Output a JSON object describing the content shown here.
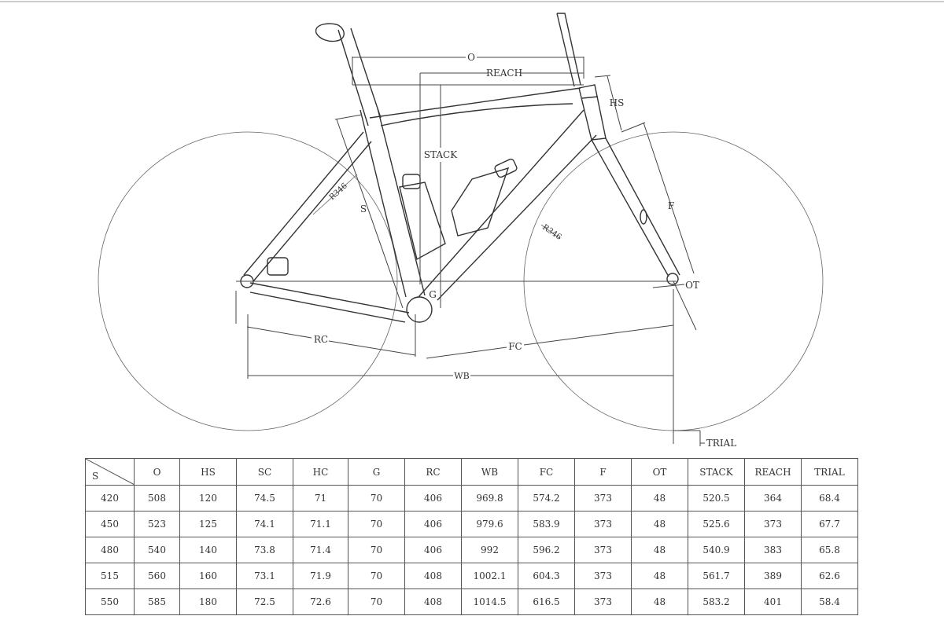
{
  "diagram": {
    "labels": {
      "o": "O",
      "reach": "REACH",
      "stack": "STACK",
      "hs": "HS",
      "s": "S",
      "f": "F",
      "r346_rear": "R346",
      "r346_front": "R346",
      "ot": "OT",
      "g": "G",
      "rc": "RC",
      "fc": "FC",
      "wb": "WB",
      "trial": "TRIAL"
    }
  },
  "table": {
    "corner": "S",
    "columns": [
      "O",
      "HS",
      "SC",
      "HC",
      "G",
      "RC",
      "WB",
      "FC",
      "F",
      "OT",
      "STACK",
      "REACH",
      "TRIAL"
    ],
    "rows": [
      [
        "420",
        "508",
        "120",
        "74.5",
        "71",
        "70",
        "406",
        "969.8",
        "574.2",
        "373",
        "48",
        "520.5",
        "364",
        "68.4"
      ],
      [
        "450",
        "523",
        "125",
        "74.1",
        "71.1",
        "70",
        "406",
        "979.6",
        "583.9",
        "373",
        "48",
        "525.6",
        "373",
        "67.7"
      ],
      [
        "480",
        "540",
        "140",
        "73.8",
        "71.4",
        "70",
        "406",
        "992",
        "596.2",
        "373",
        "48",
        "540.9",
        "383",
        "65.8"
      ],
      [
        "515",
        "560",
        "160",
        "73.1",
        "71.9",
        "70",
        "408",
        "1002.1",
        "604.3",
        "373",
        "48",
        "561.7",
        "389",
        "62.6"
      ],
      [
        "550",
        "585",
        "180",
        "72.5",
        "72.6",
        "70",
        "408",
        "1014.5",
        "616.5",
        "373",
        "48",
        "583.2",
        "401",
        "58.4"
      ]
    ]
  }
}
